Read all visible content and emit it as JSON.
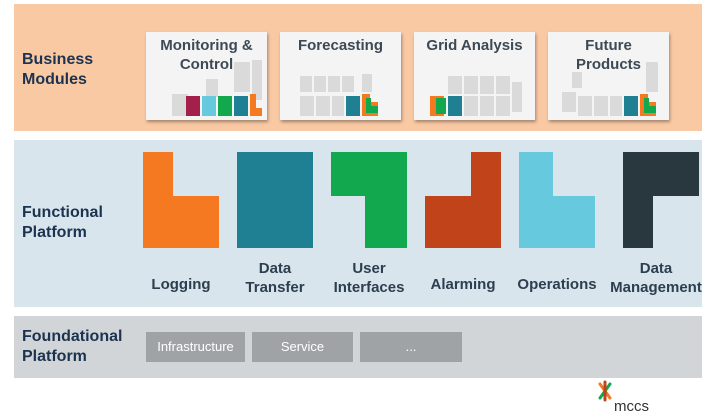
{
  "bands": {
    "business": {
      "label_line1": "Business",
      "label_line2": "Modules"
    },
    "functional": {
      "label_line1": "Functional",
      "label_line2": "Platform"
    },
    "foundational": {
      "label_line1": "Foundational",
      "label_line2": "Platform"
    }
  },
  "modules": [
    {
      "line1": "Monitoring &",
      "line2": "Control"
    },
    {
      "line1": "Forecasting",
      "line2": ""
    },
    {
      "line1": "Grid Analysis",
      "line2": ""
    },
    {
      "line1": "Future",
      "line2": "Products"
    }
  ],
  "functional_components": [
    {
      "line1": "",
      "line2": "Logging",
      "color": "#f47920"
    },
    {
      "line1": "Data",
      "line2": "Transfer",
      "color": "#1f7f93"
    },
    {
      "line1": "User",
      "line2": "Interfaces",
      "color": "#12a94e"
    },
    {
      "line1": "",
      "line2": "Alarming",
      "color": "#c0431a"
    },
    {
      "line1": "",
      "line2": "Operations",
      "color": "#66c9de"
    },
    {
      "line1": "Data",
      "line2": "Management",
      "color": "#29373f"
    }
  ],
  "foundation": [
    "Infrastructure",
    "Service",
    "..."
  ],
  "logo": {
    "text": "mccs"
  },
  "colors": {
    "business_band": "#f9c9a3",
    "functional_band": "#d9e5ec",
    "foundational_band": "#d2d5d8",
    "module_accent_maroon": "#a3204a"
  }
}
